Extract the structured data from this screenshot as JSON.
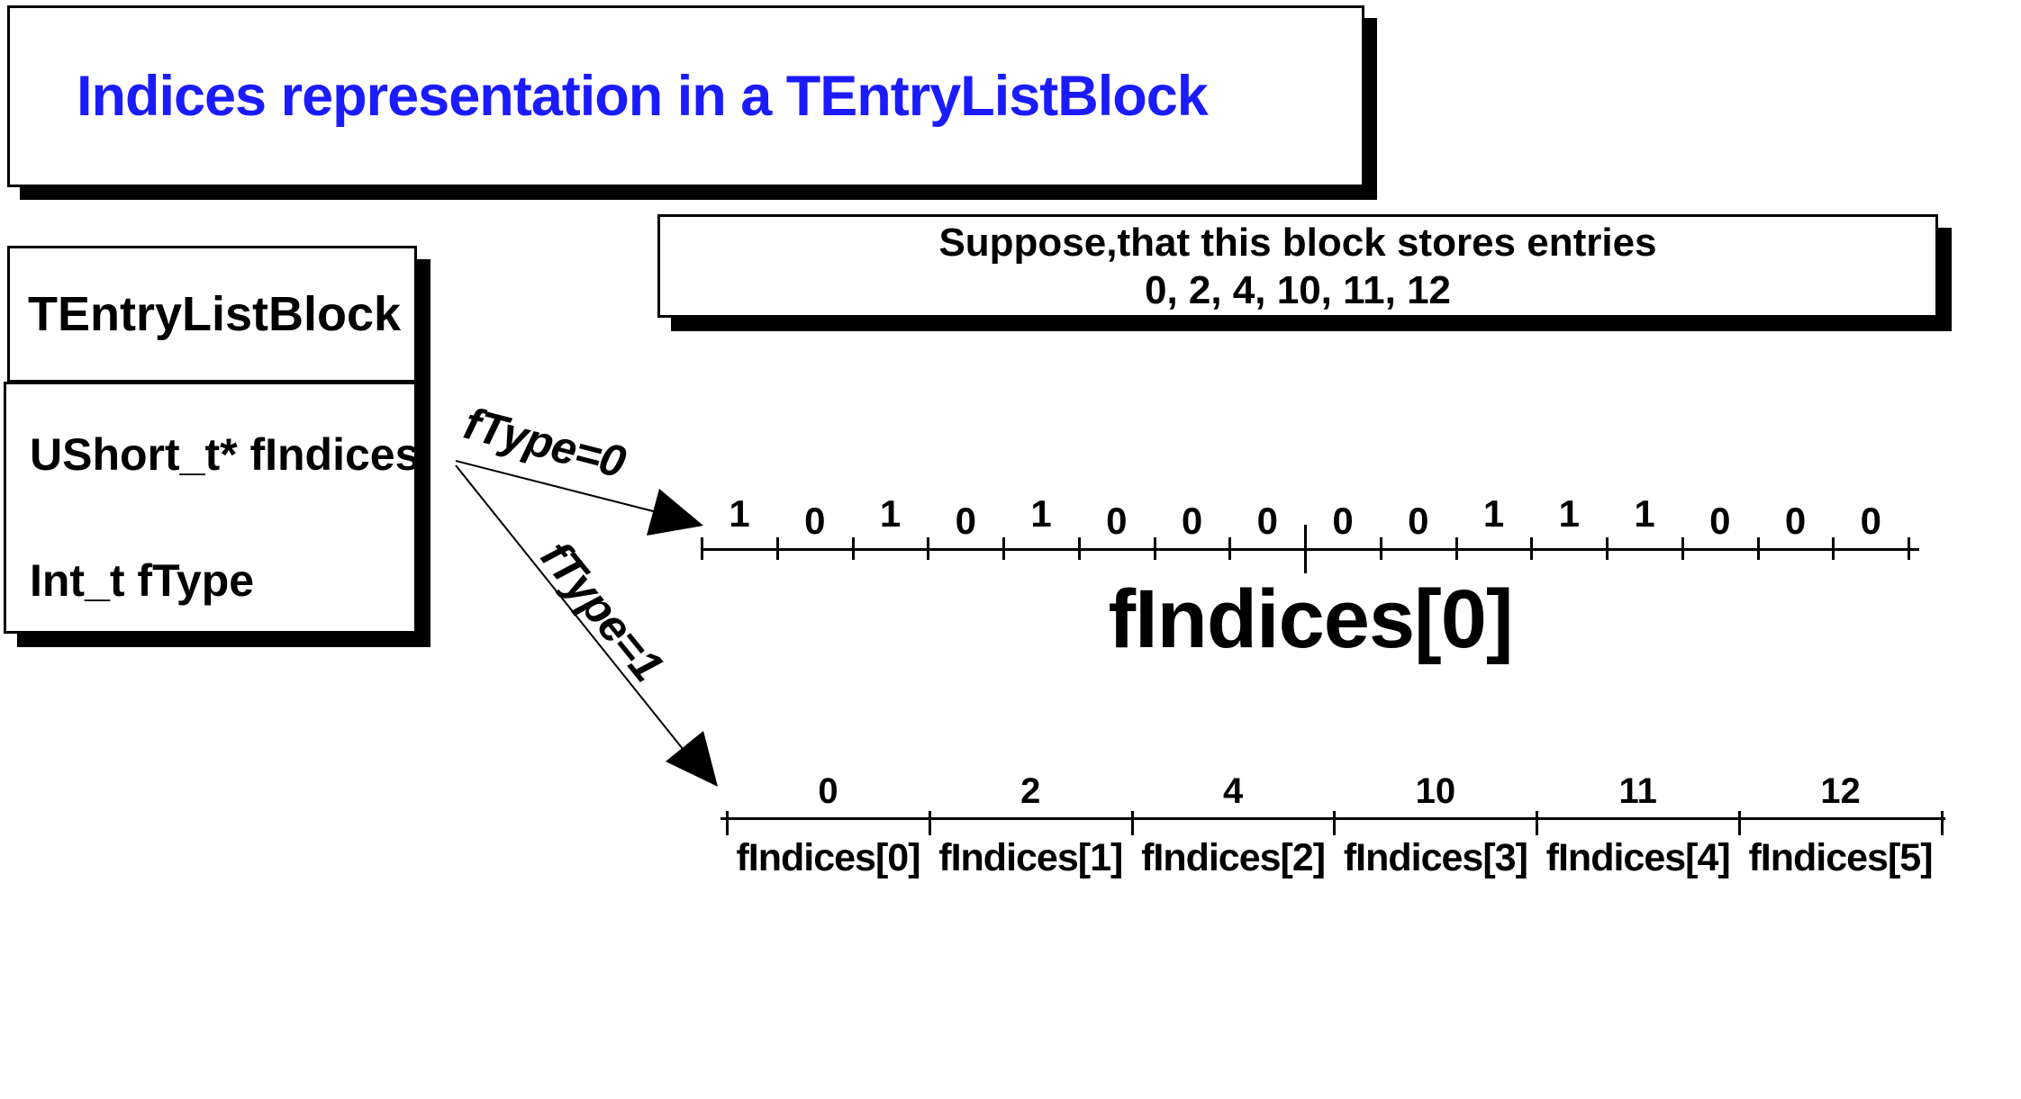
{
  "title": {
    "text": "Indices representation in a TEntryListBlock",
    "color": "#1b1bff"
  },
  "class_box": {
    "name": "TEntryListBlock",
    "fields": [
      "UShort_t* fIndices",
      "Int_t fType"
    ]
  },
  "note_box": {
    "line1": "Suppose,that this block stores entries",
    "line2": "0, 2, 4, 10, 11, 12"
  },
  "arrows": [
    {
      "label": "fType=0"
    },
    {
      "label": "fType=1"
    }
  ],
  "colors": {
    "ink": "#000000",
    "background": "#ffffff",
    "title": "#1b1bff"
  },
  "chart_data": [
    {
      "type": "table",
      "title": "fIndices[0]",
      "values": [
        1,
        0,
        1,
        0,
        1,
        0,
        0,
        0,
        0,
        0,
        1,
        1,
        1,
        0,
        0,
        0
      ]
    },
    {
      "type": "table",
      "values": [
        "0",
        "2",
        "4",
        "10",
        "11",
        "12"
      ],
      "labels": [
        "fIndices[0]",
        "fIndices[1]",
        "fIndices[2]",
        "fIndices[3]",
        "fIndices[4]",
        "fIndices[5]"
      ]
    }
  ]
}
